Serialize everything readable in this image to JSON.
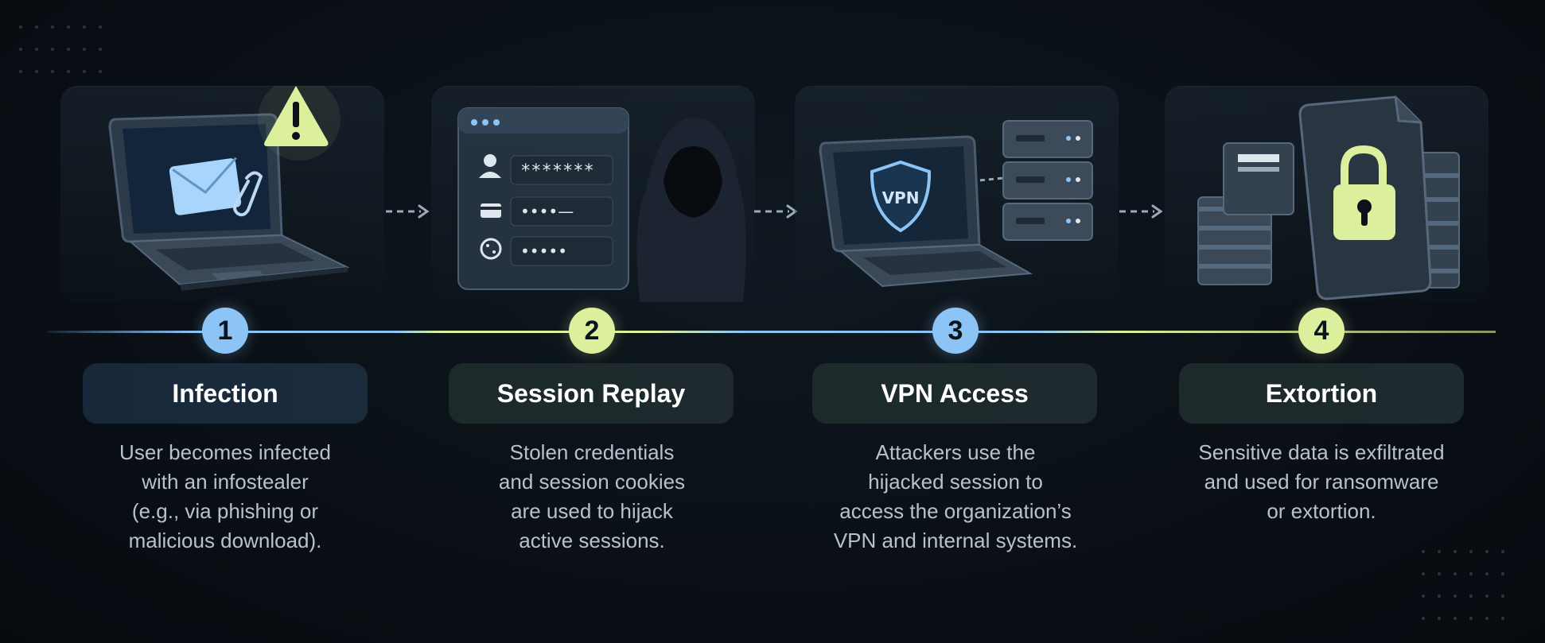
{
  "steps": [
    {
      "number": "1",
      "title": "Infection",
      "description": [
        "User becomes infected",
        "with an infostealer",
        "(e.g., via phishing or",
        "malicious download)."
      ],
      "accent": "#8cc4f6"
    },
    {
      "number": "2",
      "title": "Session Replay",
      "description": [
        "Stolen credentials",
        "and session cookies",
        "are used to hijack",
        "active sessions."
      ],
      "accent": "#dbef9c",
      "fields": [
        "*******",
        "••••—",
        "•••••"
      ]
    },
    {
      "number": "3",
      "title": "VPN Access",
      "description": [
        "Attackers use the",
        "hijacked session to",
        "access the organization’s",
        "VPN and internal systems."
      ],
      "accent": "#8cc4f6",
      "shield_label": "VPN"
    },
    {
      "number": "4",
      "title": "Extortion",
      "description": [
        "Sensitive data is exfiltrated",
        "and used for ransomware",
        "or extortion."
      ],
      "accent": "#dbef9c"
    }
  ],
  "colors": {
    "blue": "#8cc4f6",
    "lime": "#dbef9c",
    "background": "#0a1016"
  },
  "icons": [
    "warning-icon",
    "email-icon",
    "paperclip-icon",
    "user-icon",
    "card-icon",
    "cookie-icon",
    "hacker-icon",
    "shield-icon",
    "server-icon",
    "lock-icon",
    "document-icon"
  ]
}
